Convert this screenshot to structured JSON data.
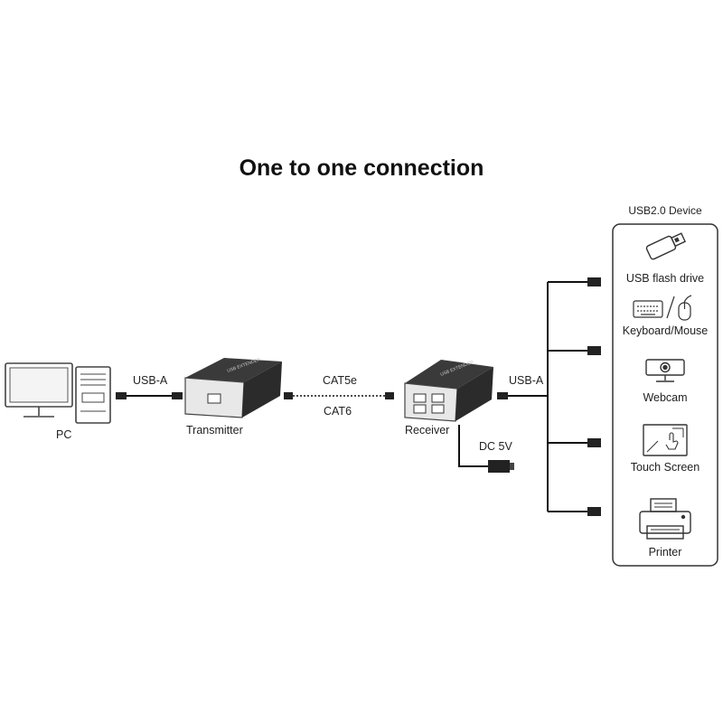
{
  "title": "One to one connection",
  "labels": {
    "pc": "PC",
    "transmitter": "Transmitter",
    "receiver": "Receiver",
    "usb_a_left": "USB-A",
    "usb_a_right": "USB-A",
    "cat5e": "CAT5e",
    "cat6": "CAT6",
    "dc": "DC 5V"
  },
  "device_panel": {
    "title": "USB2.0 Device",
    "devices": [
      {
        "label": "USB flash drive",
        "icon": "usb-flash-drive-icon"
      },
      {
        "label": "Keyboard/Mouse",
        "icon": "keyboard-mouse-icon"
      },
      {
        "label": "Webcam",
        "icon": "webcam-icon"
      },
      {
        "label": "Touch Screen",
        "icon": "touch-screen-icon"
      },
      {
        "label": "Printer",
        "icon": "printer-icon"
      }
    ]
  },
  "colors": {
    "line": "#111111",
    "device_body": "#2b2b2b",
    "device_face": "#e6e6e6",
    "outline": "#444444"
  }
}
